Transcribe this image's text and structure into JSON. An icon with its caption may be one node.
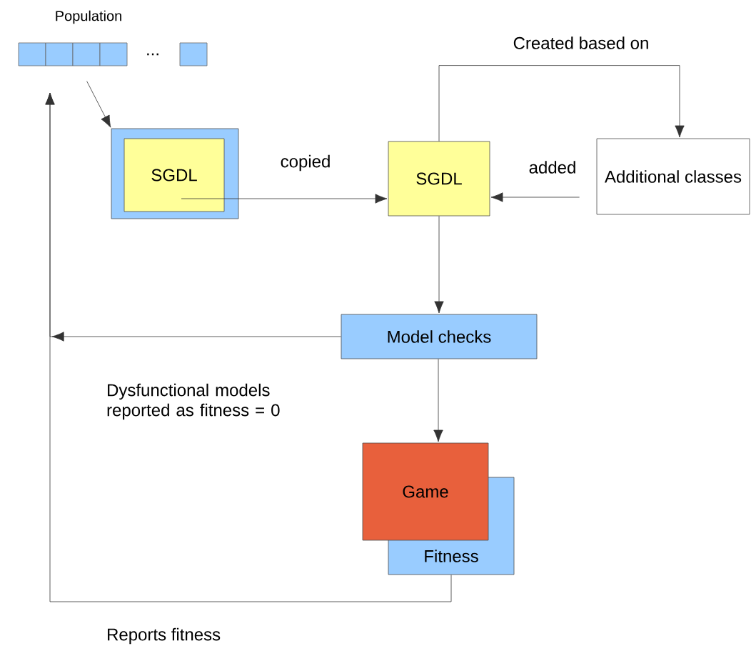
{
  "diagram": {
    "nodes": [
      {
        "text": [
          "Population"
        ]
      },
      {
        "text": [],
        "shape": "box"
      },
      {
        "text": [
          "SGDL"
        ],
        "in": 1
      },
      {
        "text": [
          "SGDL"
        ]
      },
      {
        "text": [
          "Additional classes"
        ]
      },
      {
        "text": [
          "Model checks"
        ]
      },
      {
        "text": [
          "Game"
        ]
      },
      {
        "text": [
          "Fitness"
        ]
      }
    ],
    "edges": [
      {
        "from": 0,
        "to": 1,
        "arrow": "to"
      },
      {
        "from": 2,
        "to": 3,
        "arrow": "to",
        "label": "copied"
      },
      {
        "from": 3,
        "to": 4,
        "arrow": "to",
        "label": "Created based on"
      },
      {
        "from": 4,
        "to": 3,
        "arrow": "to",
        "label": "added"
      },
      {
        "from": 3,
        "to": 5,
        "arrow": "to"
      },
      {
        "from": 5,
        "to": 0,
        "arrow": "to",
        "label": "Dysfunctional models reported as fitness = 0"
      },
      {
        "from": 5,
        "to": 6,
        "arrow": "to"
      },
      {
        "from": 7,
        "to": 0,
        "arrow": "to",
        "label": "Reports fitness"
      }
    ],
    "labels": [
      "..."
    ]
  }
}
